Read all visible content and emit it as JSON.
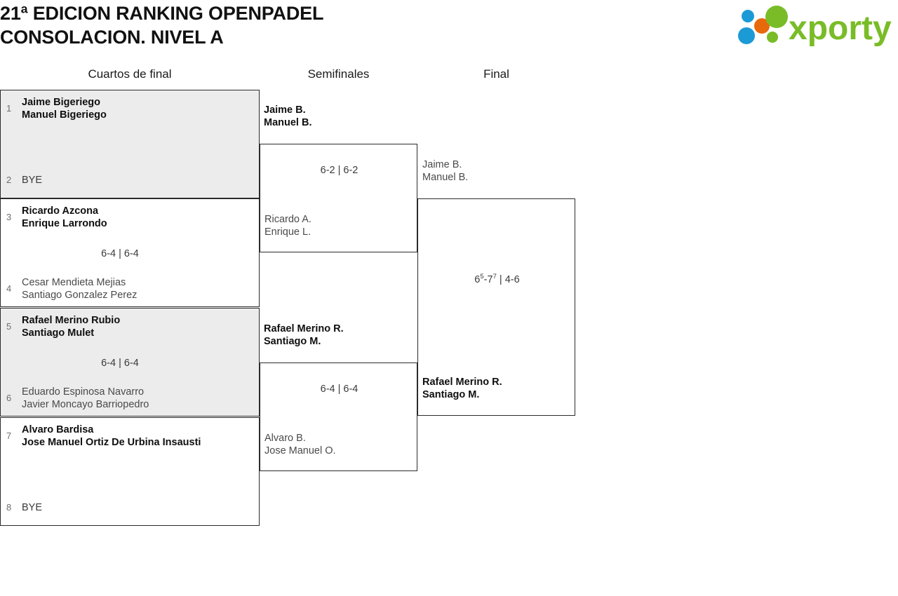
{
  "header": {
    "title_line1": "21ª EDICION RANKING OPENPADEL",
    "title_line2": "CONSOLACION. NIVEL A",
    "ordinal": "ª",
    "logo_text": "xporty",
    "logo_colors": {
      "green": "#79bc27",
      "blue": "#1c9ad6",
      "orange": "#e8690b"
    }
  },
  "rounds": [
    {
      "id": "r1",
      "label": "Cuartos de final"
    },
    {
      "id": "r2",
      "label": "Semifinales"
    },
    {
      "id": "r3",
      "label": "Final"
    }
  ],
  "quarterfinals": [
    {
      "shaded": true,
      "top": {
        "seed": "1",
        "p1": "Jaime Bigeriego",
        "p2": "Manuel Bigeriego",
        "result": "winner"
      },
      "bottom": {
        "seed": "2",
        "p1": "BYE",
        "p2": "",
        "result": "bye"
      },
      "score": ""
    },
    {
      "shaded": false,
      "top": {
        "seed": "3",
        "p1": "Ricardo Azcona",
        "p2": "Enrique Larrondo",
        "result": "winner"
      },
      "bottom": {
        "seed": "4",
        "p1": "Cesar Mendieta Mejias",
        "p2": "Santiago Gonzalez Perez",
        "result": "loser"
      },
      "score": "6-4 | 6-4"
    },
    {
      "shaded": true,
      "top": {
        "seed": "5",
        "p1": "Rafael Merino Rubio",
        "p2": "Santiago Mulet",
        "result": "winner"
      },
      "bottom": {
        "seed": "6",
        "p1": "Eduardo Espinosa Navarro",
        "p2": "Javier Moncayo Barriopedro",
        "result": "loser"
      },
      "score": "6-4 | 6-4"
    },
    {
      "shaded": false,
      "top": {
        "seed": "7",
        "p1": "Alvaro Bardisa",
        "p2": "Jose Manuel Ortiz De Urbina Insausti",
        "result": "winner"
      },
      "bottom": {
        "seed": "8",
        "p1": "BYE",
        "p2": "",
        "result": "bye"
      },
      "score": ""
    }
  ],
  "semifinals": [
    {
      "top": {
        "p1": "Jaime B.",
        "p2": "Manuel B.",
        "result": "winner"
      },
      "bottom": {
        "p1": "Ricardo A.",
        "p2": "Enrique L.",
        "result": "loser"
      },
      "score": "6-2 | 6-2"
    },
    {
      "top": {
        "p1": "Rafael Merino R.",
        "p2": "Santiago M.",
        "result": "winner"
      },
      "bottom": {
        "p1": "Alvaro B.",
        "p2": "Jose Manuel O.",
        "result": "loser"
      },
      "score": "6-4 | 6-4"
    }
  ],
  "final": {
    "top": {
      "p1": "Jaime B.",
      "p2": "Manuel B.",
      "result": "loser"
    },
    "bottom": {
      "p1": "Rafael Merino R.",
      "p2": "Santiago M.",
      "result": "winner"
    },
    "score_set1_a": "6",
    "score_set1_a_tb": "5",
    "score_set1_b": "7",
    "score_set1_b_tb": "7",
    "score_set2": "4-6",
    "score_sep": " | "
  }
}
